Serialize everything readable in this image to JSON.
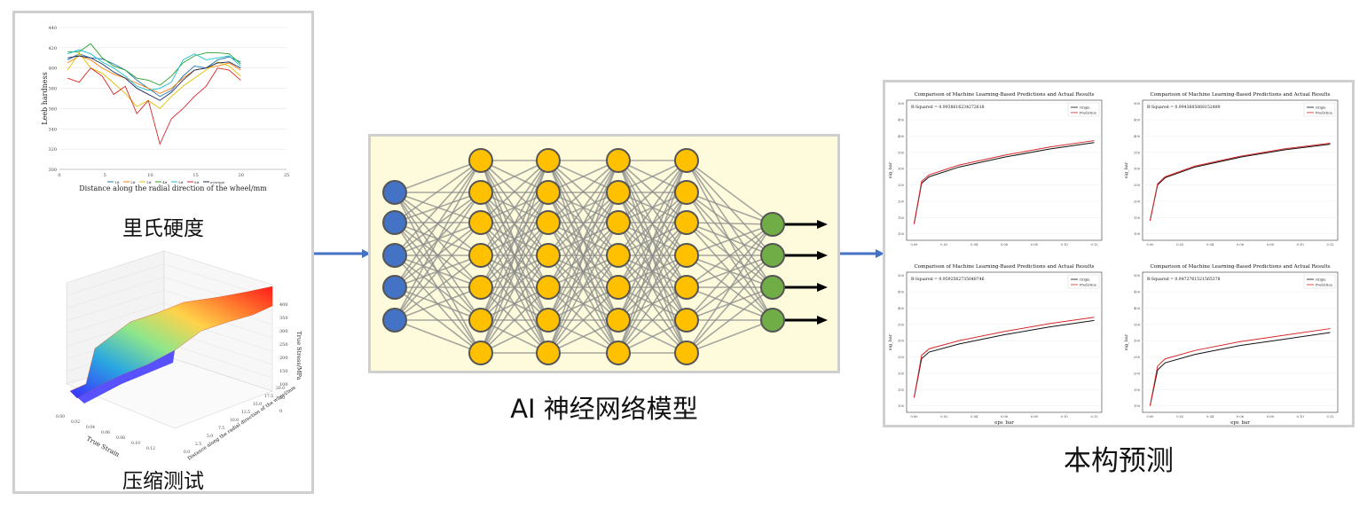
{
  "left_panel": {
    "leeb_chart": {
      "ylabel": "Leeb hardness",
      "xlabel": "Distance along the radial direction of the wheel/mm",
      "yticks": [
        "440",
        "420",
        "400",
        "380",
        "360",
        "340",
        "320",
        "300"
      ],
      "xticks": [
        "0",
        "5",
        "10",
        "15",
        "20",
        "25"
      ],
      "legend": [
        "1#",
        "2#",
        "3#",
        "4#",
        "5#",
        "6#",
        "average"
      ]
    },
    "caption_hardness": "里氏硬度",
    "surface_chart": {
      "zlabel": "True Stress/MPa",
      "xlabel": "True Strain",
      "ylabel": "Distance along the radial direction of the wheel/mm",
      "zticks": [
        "400",
        "350",
        "300",
        "250",
        "200",
        "150",
        "100",
        "50",
        "0"
      ],
      "xticks": [
        "0.00",
        "0.02",
        "0.04",
        "0.06",
        "0.08",
        "0.10",
        "0.12"
      ],
      "yticks": [
        "0.0",
        "2.5",
        "5.0",
        "7.5",
        "10.0",
        "12.5",
        "15.0",
        "17.5",
        "20.0"
      ]
    },
    "caption_compression": "压缩测试"
  },
  "middle": {
    "caption": "AI 神经网络模型",
    "layers": [
      5,
      7,
      7,
      7,
      7,
      4
    ],
    "colors": {
      "input": "#4472c4",
      "hidden": "#ffc000",
      "output": "#70ad47",
      "background": "#fdfbdc"
    }
  },
  "right_panel": {
    "caption": "本构预测",
    "charts": [
      {
        "title": "Comparison of Machine Learning-Based Predictions and Actual Results",
        "rsq": "R-Squared = 0.9938616234272618",
        "ylabel": "sig_bar",
        "xlabel": "",
        "legend": [
          "Origin",
          "Prediction"
        ]
      },
      {
        "title": "Comparison of Machine Learning-Based Predictions and Actual Results",
        "rsq": "R-Squared = 0.9943685068152489",
        "ylabel": "sig_bar",
        "xlabel": "",
        "legend": [
          "Origin",
          "Prediction"
        ]
      },
      {
        "title": "Comparison of Machine Learning-Based Predictions and Actual Results",
        "rsq": "R-Squared = 0.9592562735048746",
        "ylabel": "sig_bar",
        "xlabel": "eps_bar",
        "legend": [
          "Origin",
          "Prediction"
        ]
      },
      {
        "title": "Comparison of Machine Learning-Based Predictions and Actual Results",
        "rsq": "R-Squared = 0.9472761521565378",
        "ylabel": "sig_bar",
        "xlabel": "eps_bar",
        "legend": [
          "Origin",
          "Prediction"
        ]
      }
    ],
    "yticks": [
      "500",
      "450",
      "400",
      "350",
      "300",
      "250",
      "200",
      "150",
      "100"
    ],
    "xticks": [
      "0.00",
      "0.02",
      "0.04",
      "0.06",
      "0.08",
      "0.10",
      "0.12"
    ]
  },
  "arrow_color": "#4472c4"
}
